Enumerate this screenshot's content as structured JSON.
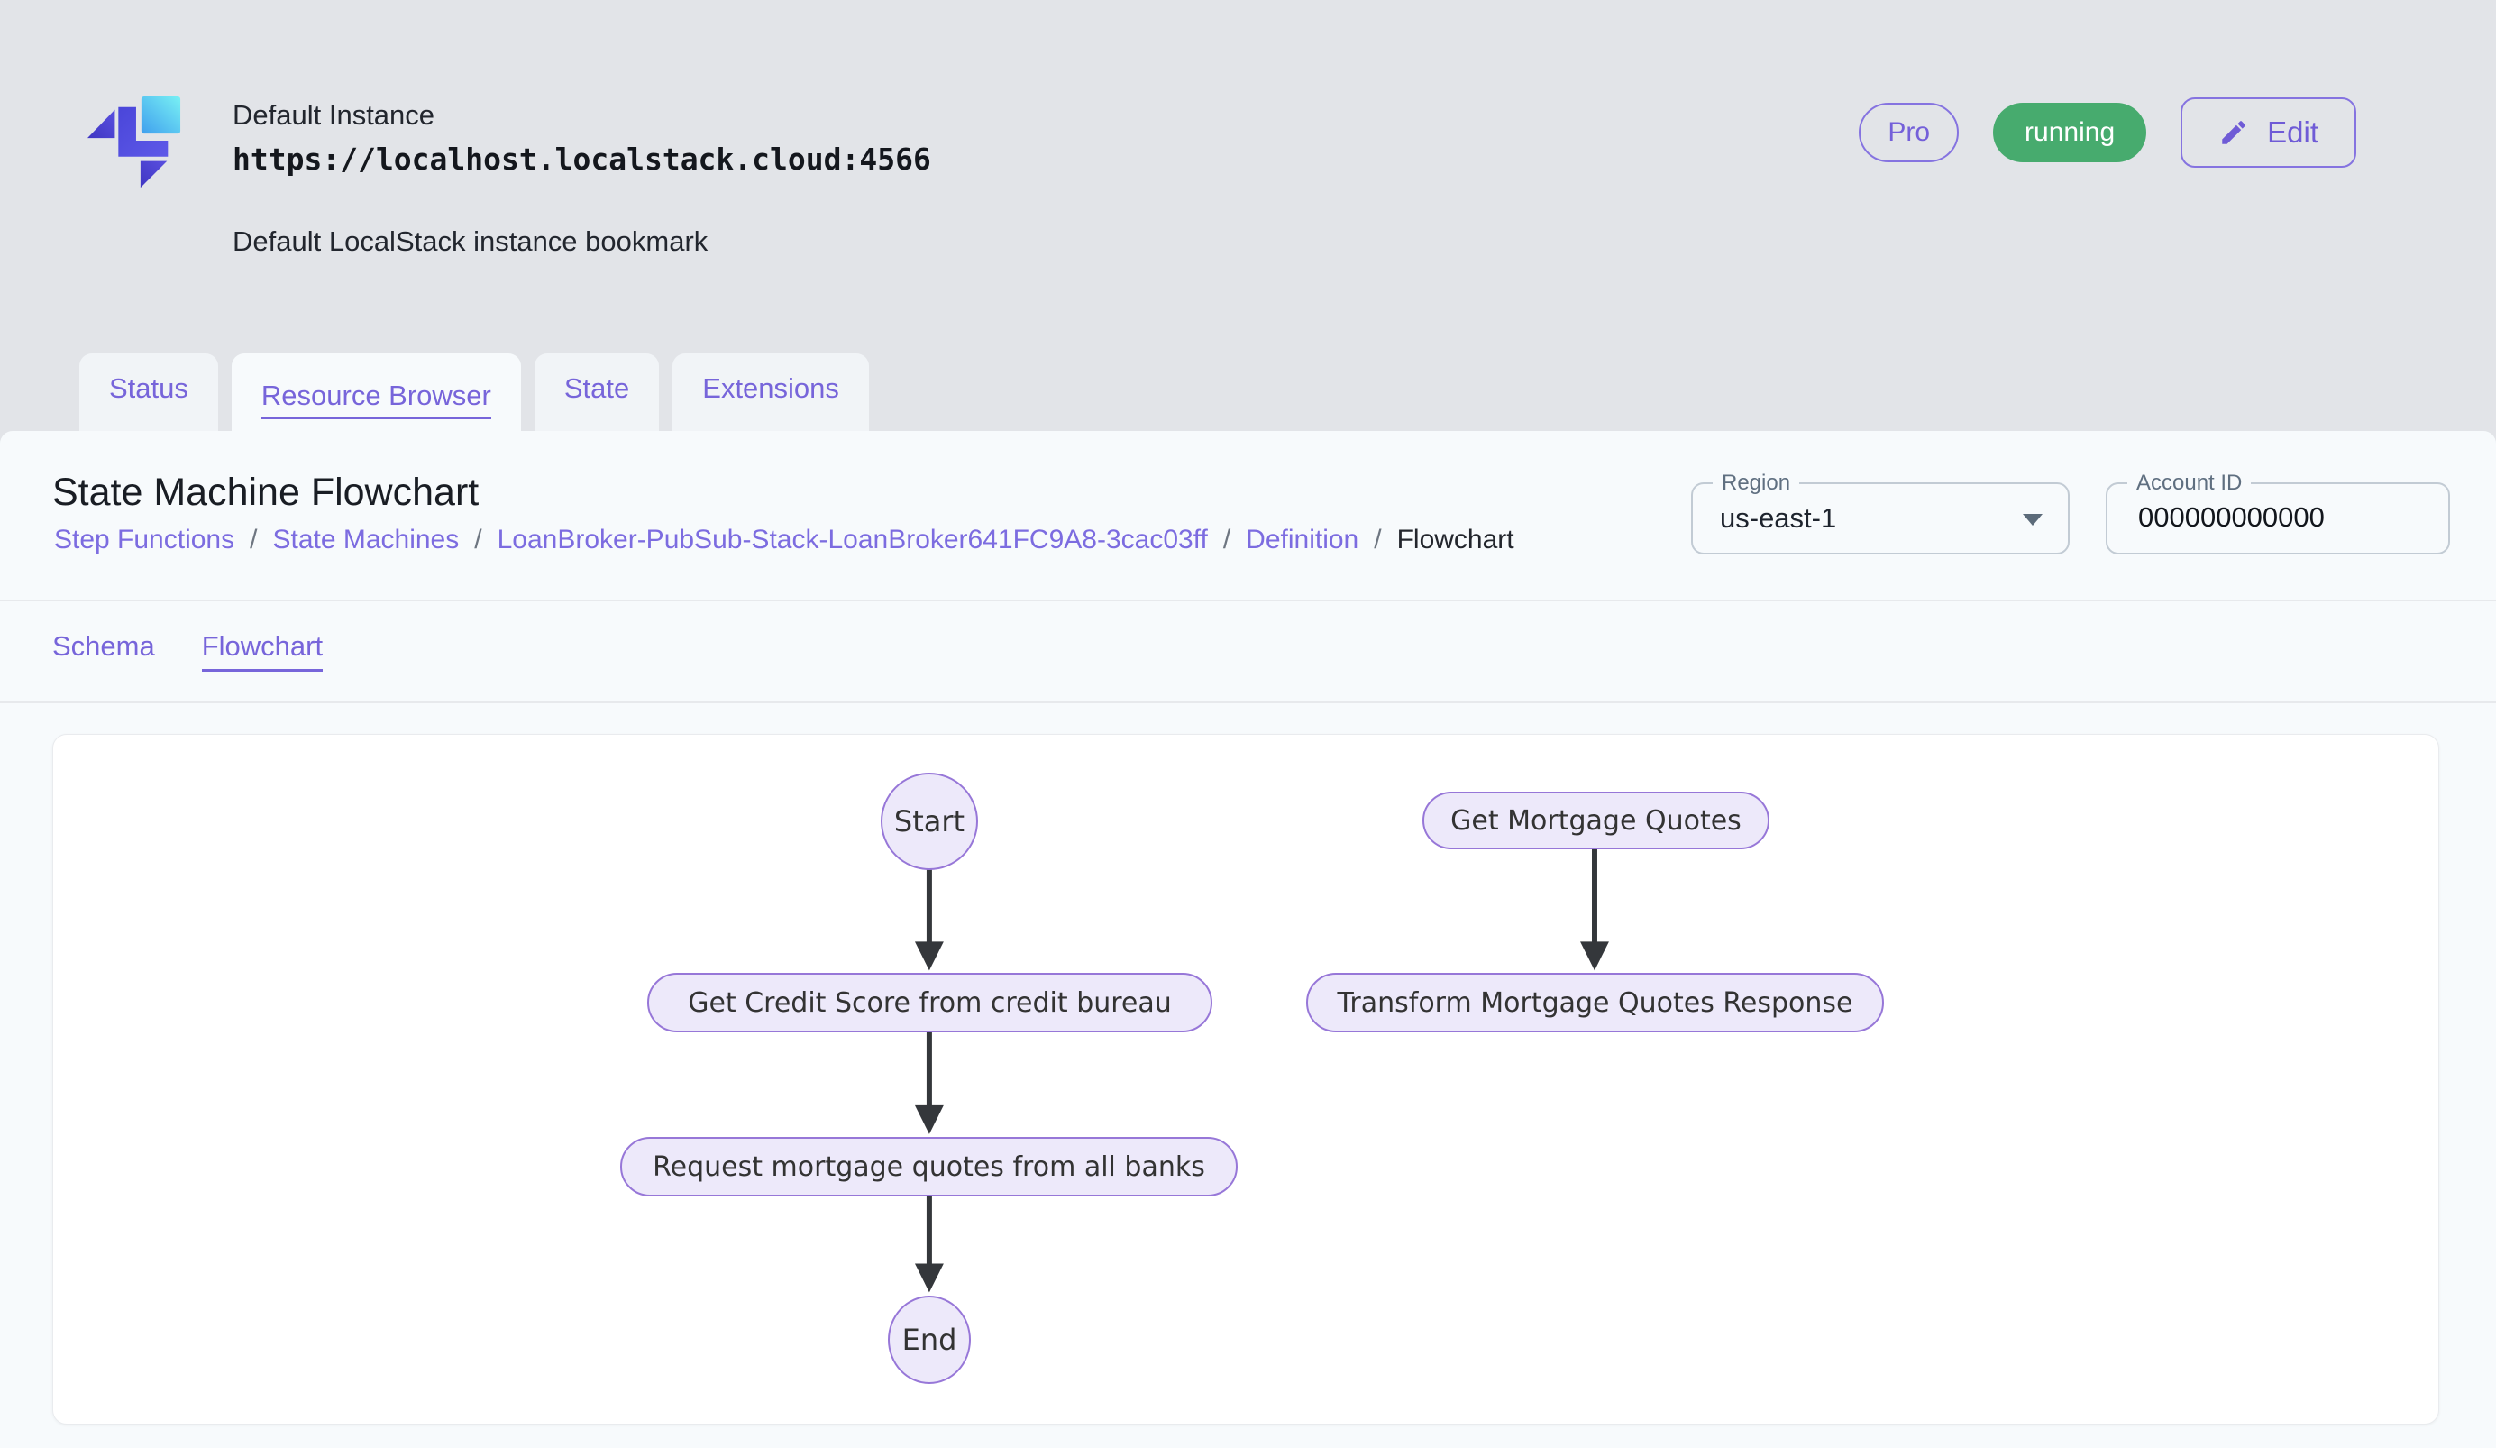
{
  "header": {
    "instance_name": "Default Instance",
    "instance_url": "https://localhost.localstack.cloud:4566",
    "instance_description": "Default LocalStack instance bookmark",
    "pro_badge": "Pro",
    "status_badge": "running",
    "edit_label": "Edit"
  },
  "tabs": [
    {
      "label": "Status",
      "active": false
    },
    {
      "label": "Resource Browser",
      "active": true
    },
    {
      "label": "State",
      "active": false
    },
    {
      "label": "Extensions",
      "active": false
    }
  ],
  "page": {
    "title": "State Machine Flowchart",
    "breadcrumbs": [
      "Step Functions",
      "State Machines",
      "LoanBroker-PubSub-Stack-LoanBroker641FC9A8-3cac03ff",
      "Definition",
      "Flowchart"
    ],
    "breadcrumb_separator": "/",
    "region": {
      "label": "Region",
      "value": "us-east-1"
    },
    "account_id": {
      "label": "Account ID",
      "value": "000000000000"
    },
    "subtabs": [
      {
        "label": "Schema",
        "active": false
      },
      {
        "label": "Flowchart",
        "active": true
      }
    ]
  },
  "flowchart": {
    "nodes": [
      {
        "id": "start",
        "label": "Start",
        "shape": "circle"
      },
      {
        "id": "get-credit-score",
        "label": "Get Credit Score from credit bureau",
        "shape": "stadium"
      },
      {
        "id": "request-quotes",
        "label": "Request mortgage quotes from all banks",
        "shape": "stadium"
      },
      {
        "id": "end",
        "label": "End",
        "shape": "circle"
      },
      {
        "id": "get-mortgage-quotes",
        "label": "Get Mortgage Quotes",
        "shape": "stadium"
      },
      {
        "id": "transform-response",
        "label": "Transform Mortgage Quotes Response",
        "shape": "stadium"
      }
    ],
    "edges": [
      {
        "from": "start",
        "to": "get-credit-score"
      },
      {
        "from": "get-credit-score",
        "to": "request-quotes"
      },
      {
        "from": "request-quotes",
        "to": "end"
      },
      {
        "from": "get-mortgage-quotes",
        "to": "transform-response"
      }
    ]
  },
  "colors": {
    "accent_purple": "#7C68DD",
    "node_fill": "#EDE9FA",
    "node_border": "#9777D8",
    "status_green": "#47AB6E",
    "arrow": "#34373B",
    "page_bg": "#E2E4E8",
    "panel_bg": "#F7FAFC"
  }
}
